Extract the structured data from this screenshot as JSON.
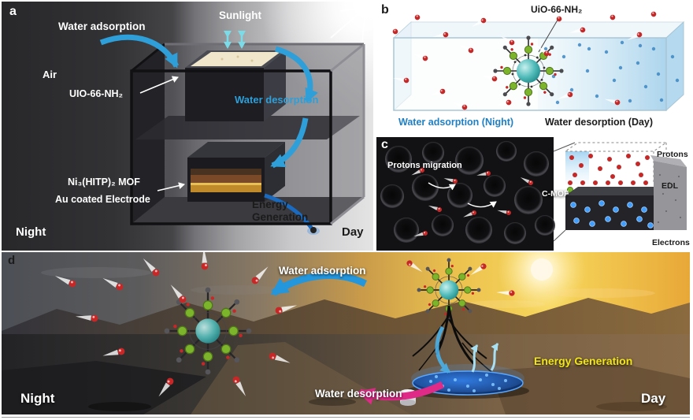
{
  "figure": {
    "panels": {
      "a": {
        "tag": "a",
        "water_adsorption": "Water adsorption",
        "sunlight": "Sunlight",
        "air": "Air",
        "uio66": "UIO-66-NH₂",
        "water_desorption": "Water desorption",
        "ni_mof": "Ni₃(HITP)₂ MOF",
        "au_electrode": "Au coated Electrode",
        "energy_generation": "Energy Generation",
        "night": "Night",
        "day": "Day"
      },
      "b": {
        "tag": "b",
        "uio66": "UiO-66-NH₂",
        "adsorption_night": "Water adsorption (Night)",
        "desorption_day": "Water desorption (Day)"
      },
      "c": {
        "tag": "c",
        "protons_migration": "Protons migration",
        "protons": "Protons",
        "edl": "EDL",
        "c_mof": "C-MOF",
        "electrons": "Electrons"
      },
      "d": {
        "tag": "d",
        "water_adsorption": "Water adsorption",
        "energy_generation": "Energy Generation",
        "water_desorption": "Water desorption",
        "night": "Night",
        "day": "Day"
      }
    }
  },
  "colors": {
    "blue": "#2e9fd8",
    "cyan": "#7adce8",
    "magenta": "#e02a88",
    "yellow": "#f2e713",
    "teal": "#3fb8b8",
    "green": "#7cb52b",
    "red": "#c62828"
  }
}
